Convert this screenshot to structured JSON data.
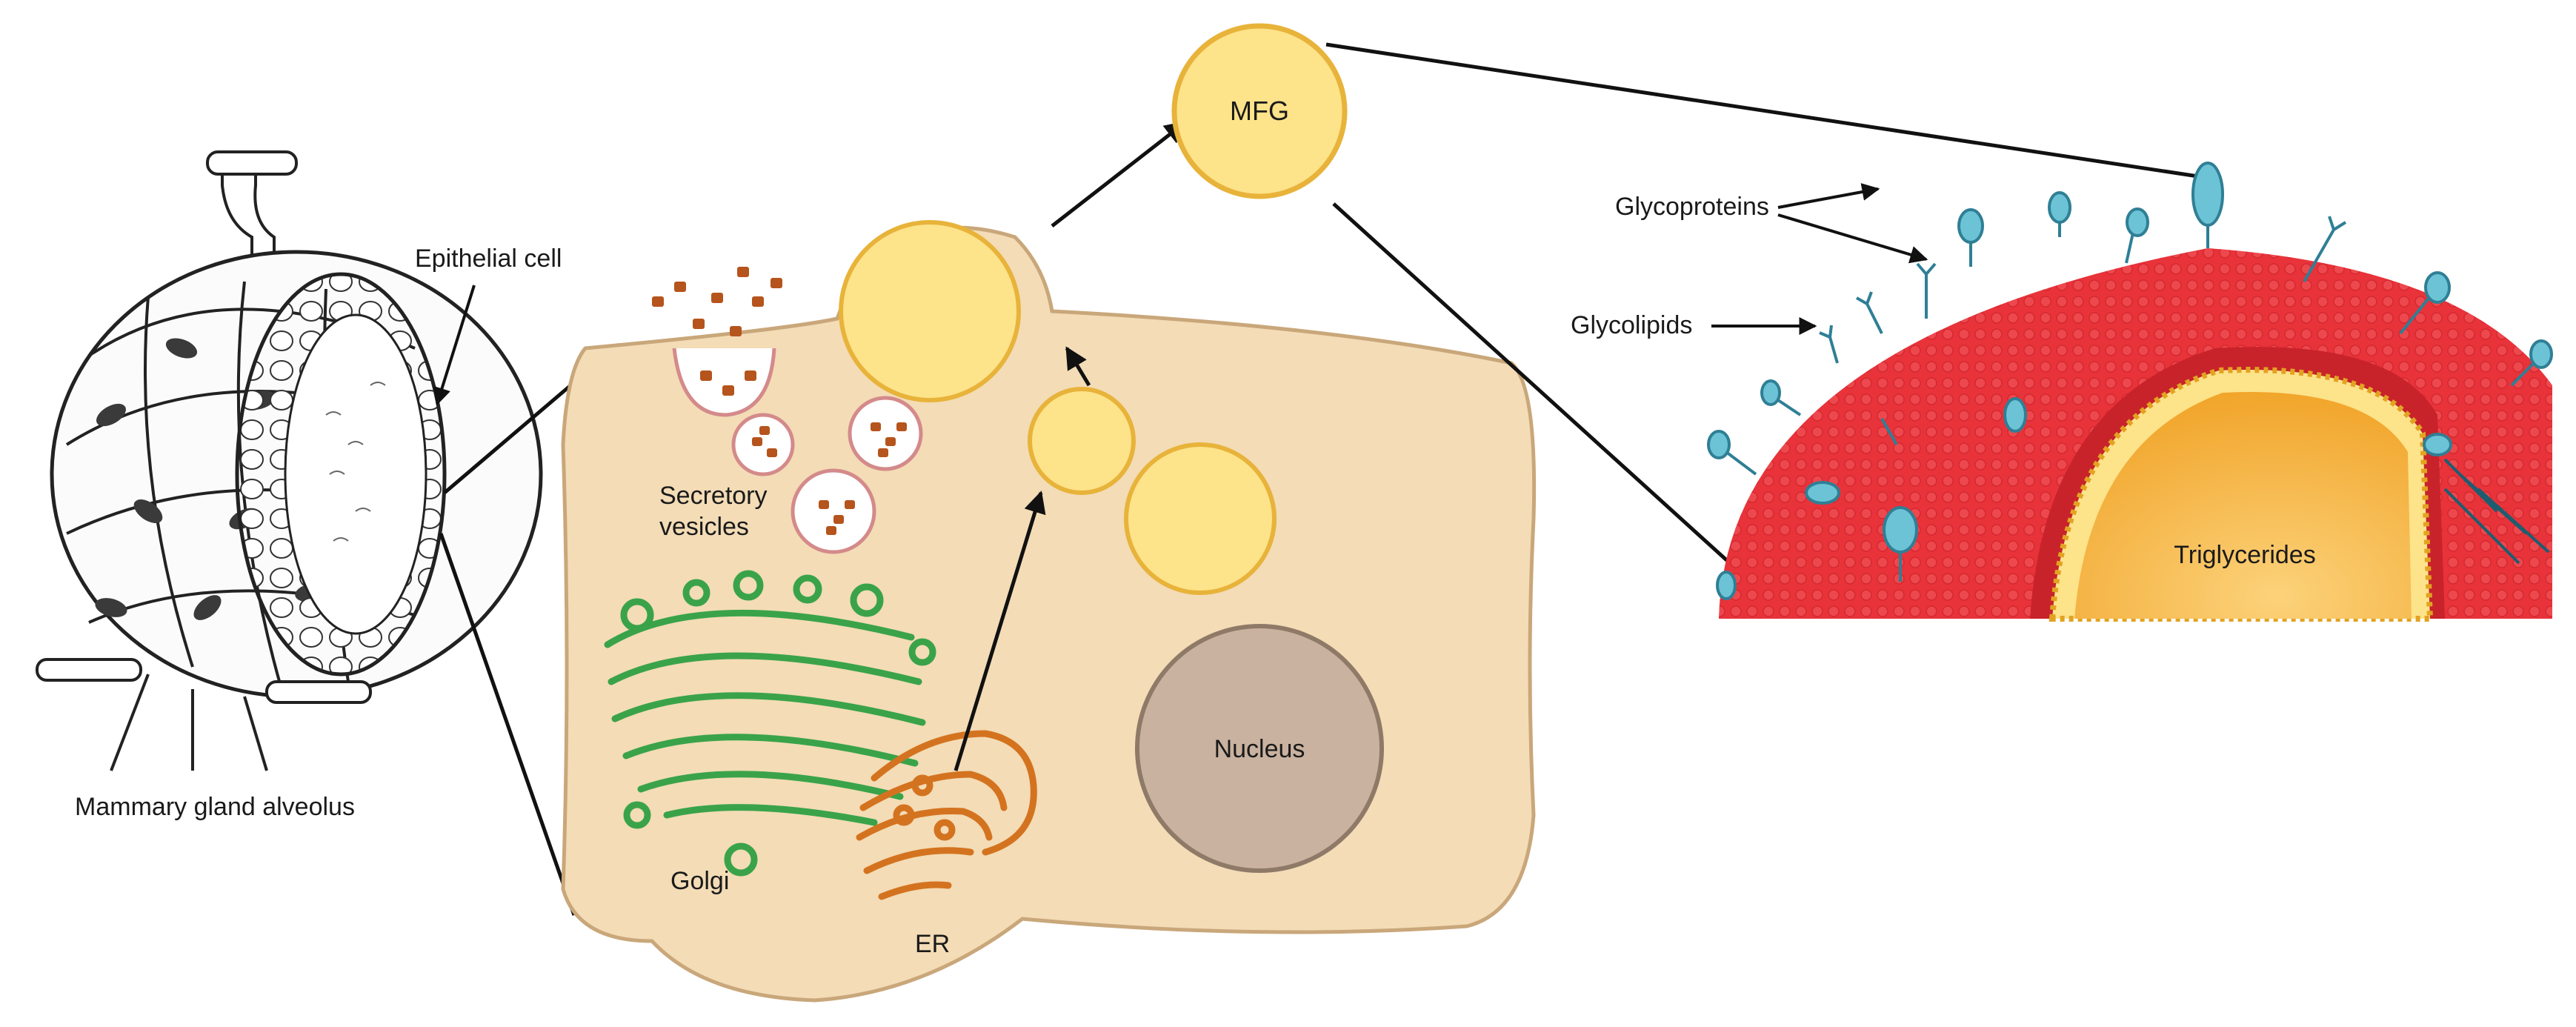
{
  "labels": {
    "alveolus": "Mammary gland alveolus",
    "epithelial_cell": "Epithelial cell",
    "secretory_vesicles_line1": "Secretory",
    "secretory_vesicles_line2": "vesicles",
    "golgi": "Golgi",
    "er": "ER",
    "nucleus": "Nucleus",
    "mfg": "MFG",
    "glycoproteins": "Glycoproteins",
    "glycolipids": "Glycolipids",
    "triglycerides": "Triglycerides"
  },
  "colors": {
    "cell_fill": "#f3dcb6",
    "cell_stroke": "#c9a77a",
    "lipid_droplet": "#fde38a",
    "lipid_droplet_stroke": "#e8b33a",
    "vesicle_cargo": "#b5541c",
    "golgi": "#3aa34a",
    "er": "#d4731f",
    "nucleus": "#c9b29f",
    "membrane_red": "#e8333a",
    "glyco_blue": "#6cc3d6",
    "core_orange": "#f5b335"
  }
}
